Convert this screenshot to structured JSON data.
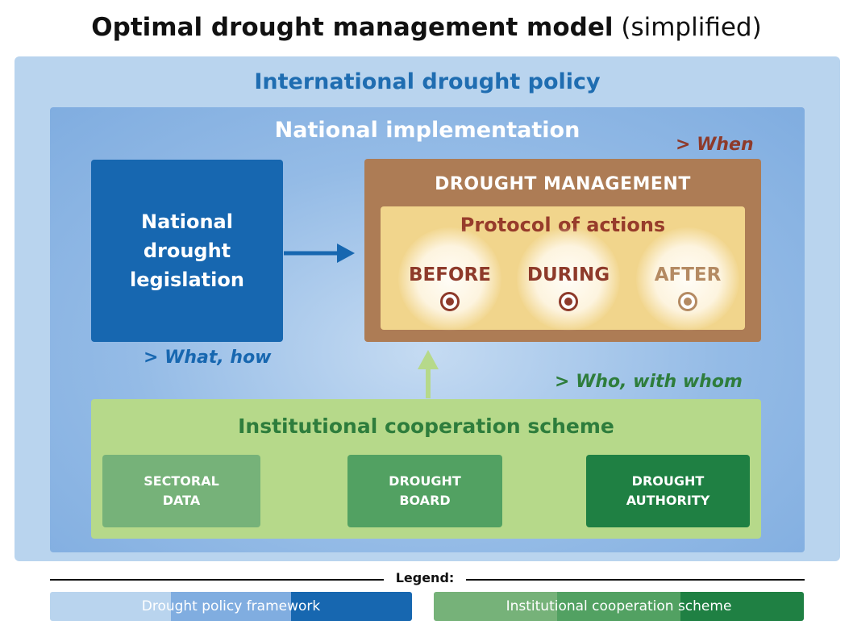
{
  "title": {
    "bold": "Optimal drought management model",
    "normal": "(simplified)"
  },
  "international": {
    "label": "International drought policy",
    "color": "#b9d4ee"
  },
  "national": {
    "label": "National implementation"
  },
  "legislation": {
    "lines": [
      "National",
      "drought",
      "legislation"
    ],
    "tag": "> What, how",
    "color": "#1767b0"
  },
  "drought_management": {
    "label": "DROUGHT MANAGEMENT",
    "tag": "> When",
    "color": "#ad7c55",
    "protocol": {
      "label": "Protocol of actions",
      "phases": [
        {
          "label": "BEFORE",
          "color": "#8e3a2a"
        },
        {
          "label": "DURING",
          "color": "#8e3a2a"
        },
        {
          "label": "AFTER",
          "color": "#b48a62"
        }
      ]
    }
  },
  "cooperation": {
    "label": "Institutional cooperation scheme",
    "tag": "> Who, with whom",
    "cells": [
      {
        "lines": [
          "SECTORAL",
          "DATA"
        ],
        "color": "#76b279"
      },
      {
        "lines": [
          "DROUGHT",
          "BOARD"
        ],
        "color": "#52a162"
      },
      {
        "lines": [
          "DROUGHT",
          "AUTHORITY"
        ],
        "color": "#1f8043"
      }
    ]
  },
  "legend": {
    "label": "Legend:",
    "items": [
      {
        "label": "Drought policy framework",
        "colors": [
          "#b9d4ee",
          "#80ade0",
          "#1767b0"
        ]
      },
      {
        "label": "Institutional cooperation scheme",
        "colors": [
          "#76b279",
          "#52a162",
          "#1f8043"
        ]
      }
    ]
  }
}
